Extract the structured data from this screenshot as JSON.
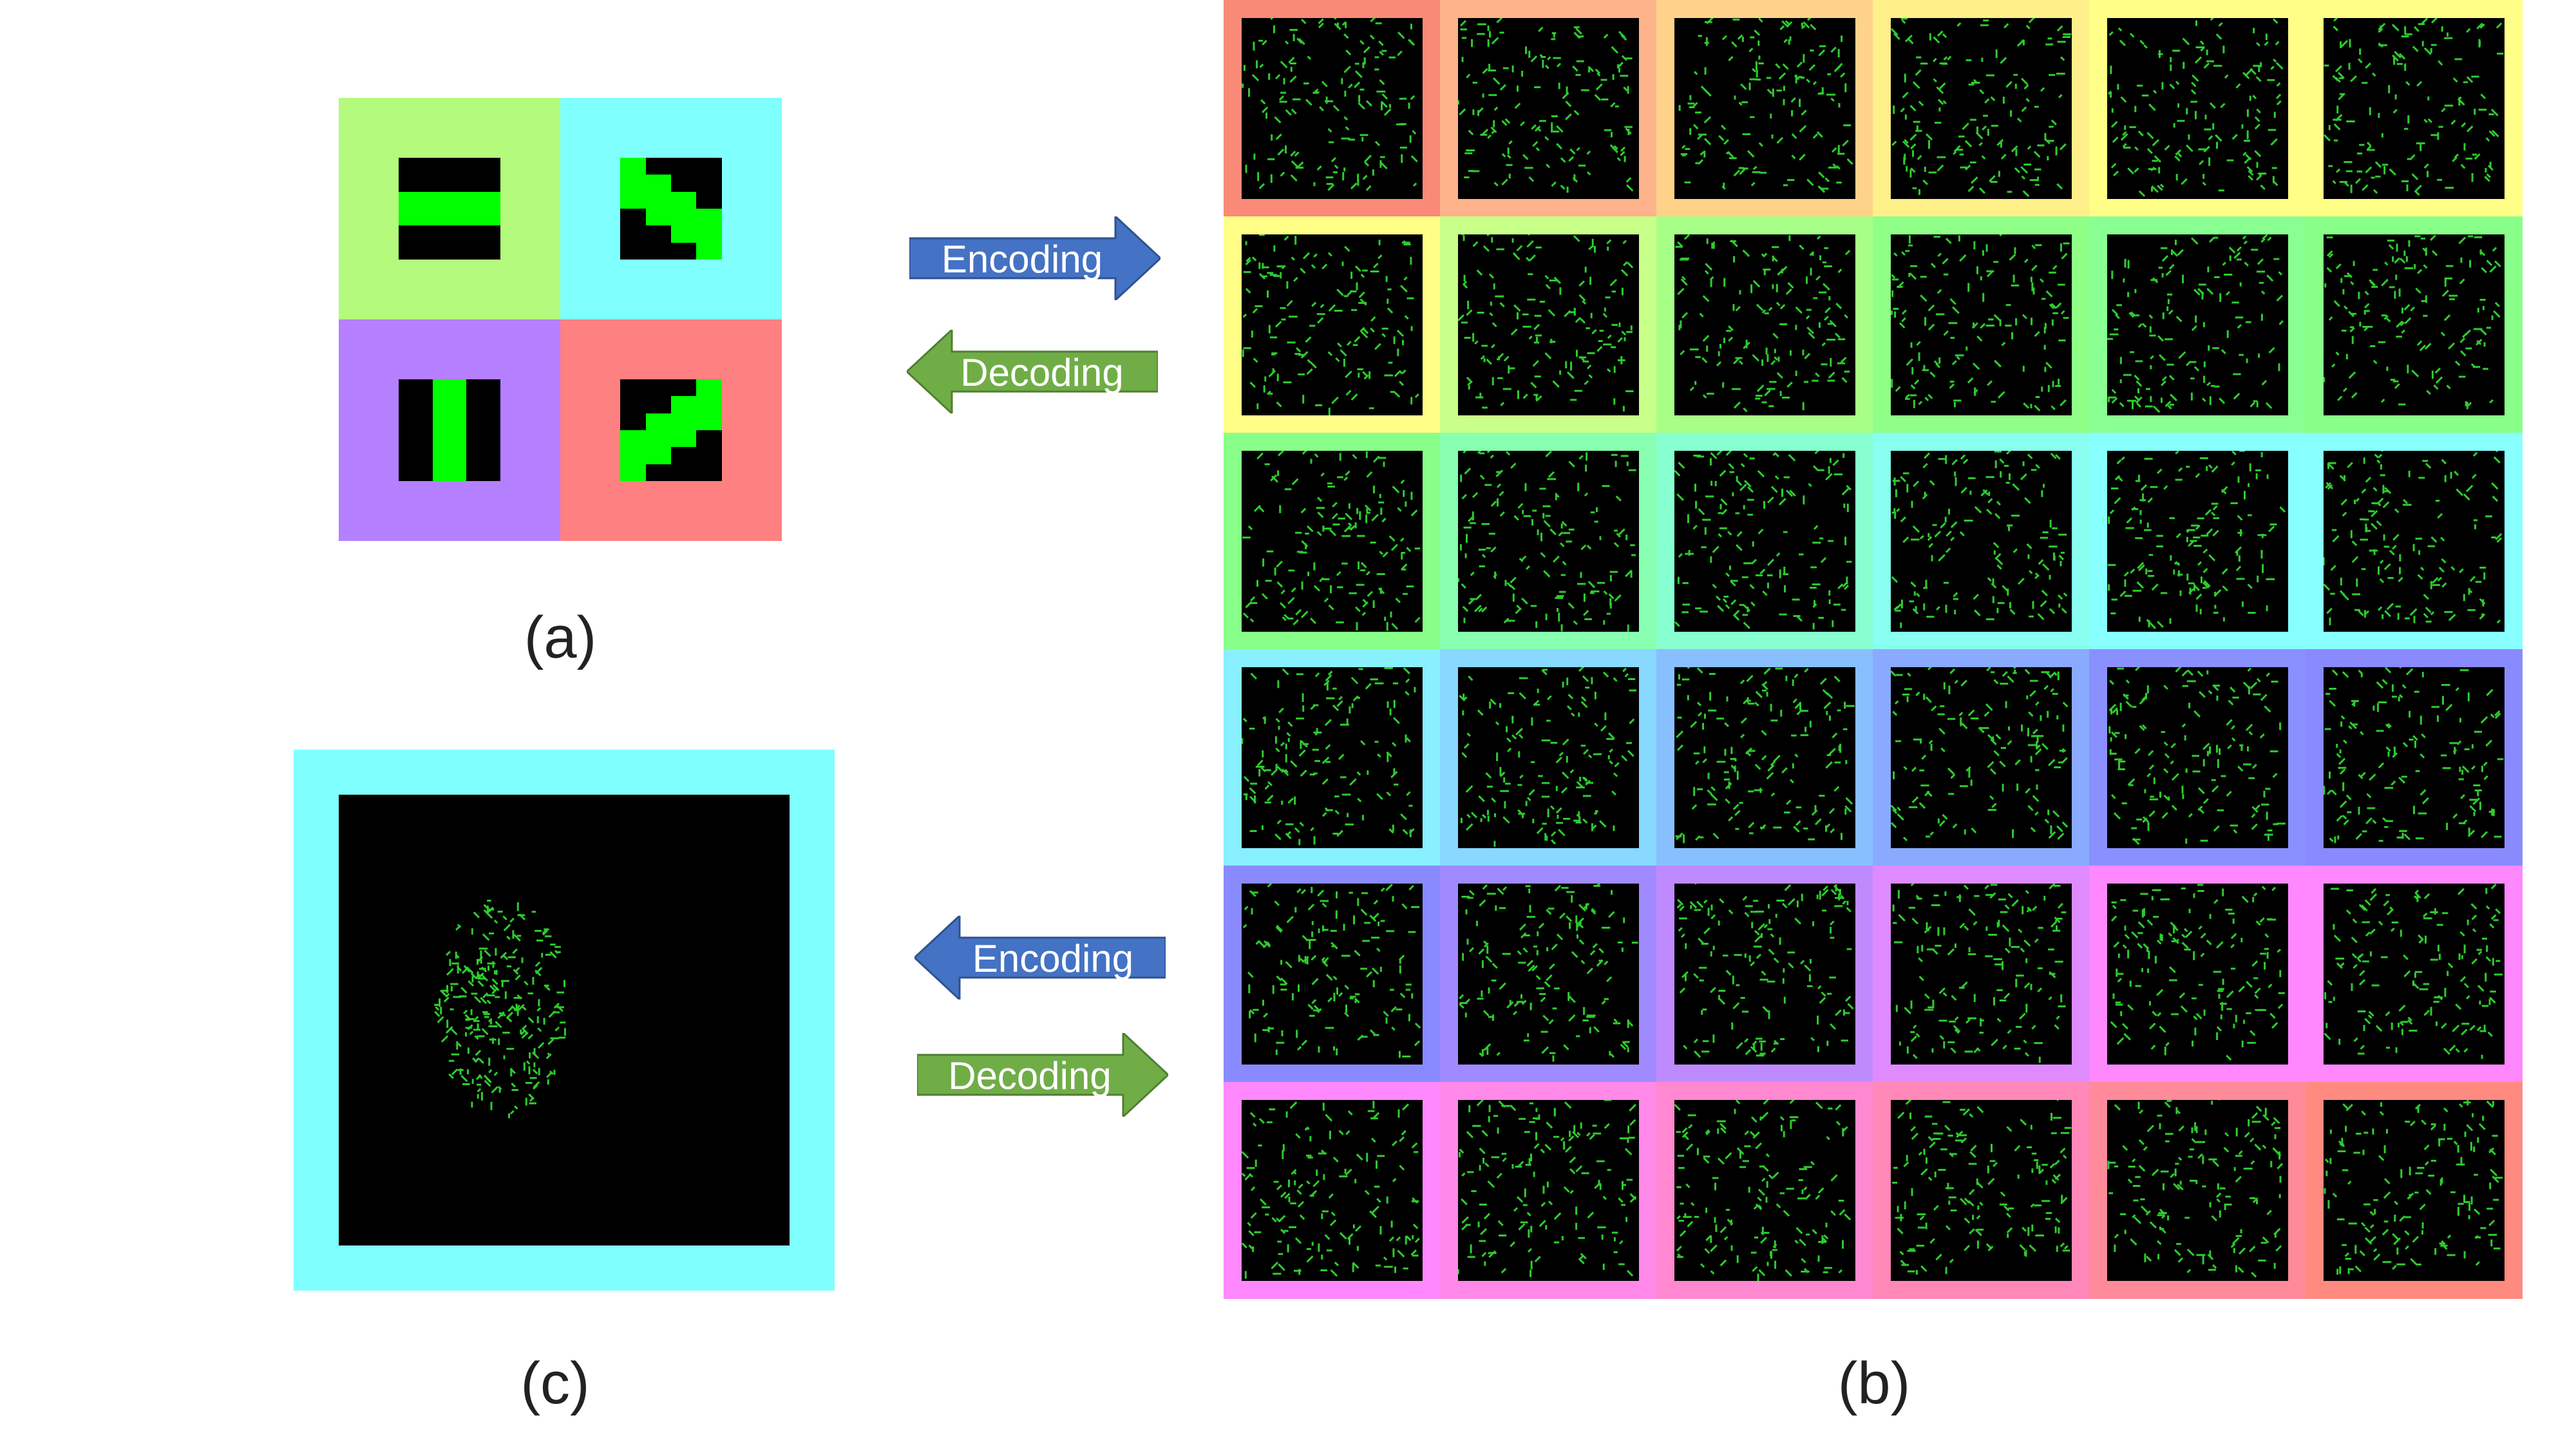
{
  "captions": {
    "a": "(a)",
    "b": "(b)",
    "c": "(c)"
  },
  "arrows": {
    "top_encoding": "Encoding",
    "top_decoding": "Decoding",
    "bottom_encoding": "Encoding",
    "bottom_decoding": "Decoding"
  },
  "colors": {
    "encoding_arrow": "#4472c4",
    "decoding_arrow": "#70ad47",
    "quad_green": "#b3fa7d",
    "quad_cyan": "#80ffff",
    "quad_purple": "#b580ff",
    "quad_red": "#ff8080",
    "panel_c_frame": "#80ffff",
    "pixel_green": "#00ff00",
    "edge_green": "#2ecc2e",
    "row_gradients": [
      [
        "#fa8a78",
        "#ffb38a",
        "#ffd28a",
        "#fff08a",
        "#ffff88",
        "#ffff88"
      ],
      [
        "#ffff88",
        "#c8ff88",
        "#a8ff88",
        "#90ff88",
        "#88ff90",
        "#88ff88"
      ],
      [
        "#88ff88",
        "#88ffb0",
        "#88ffd0",
        "#88fff0",
        "#88ffff",
        "#88ffff"
      ],
      [
        "#88f0ff",
        "#88d8ff",
        "#88c0ff",
        "#8aaaff",
        "#8a90ff",
        "#8a8aff"
      ],
      [
        "#8a8aff",
        "#a08aff",
        "#c08aff",
        "#e08aff",
        "#ff88ff",
        "#ff88ff"
      ],
      [
        "#ff88ff",
        "#ff88e8",
        "#ff88d0",
        "#ff88b8",
        "#ff8a9a",
        "#ff8a80"
      ]
    ]
  },
  "kernels": [
    {
      "name": "horizontal",
      "quad_color": "#b3fa7d"
    },
    {
      "name": "diagonal-down",
      "quad_color": "#80ffff"
    },
    {
      "name": "vertical",
      "quad_color": "#b580ff"
    },
    {
      "name": "diagonal-up",
      "quad_color": "#ff8080"
    }
  ]
}
